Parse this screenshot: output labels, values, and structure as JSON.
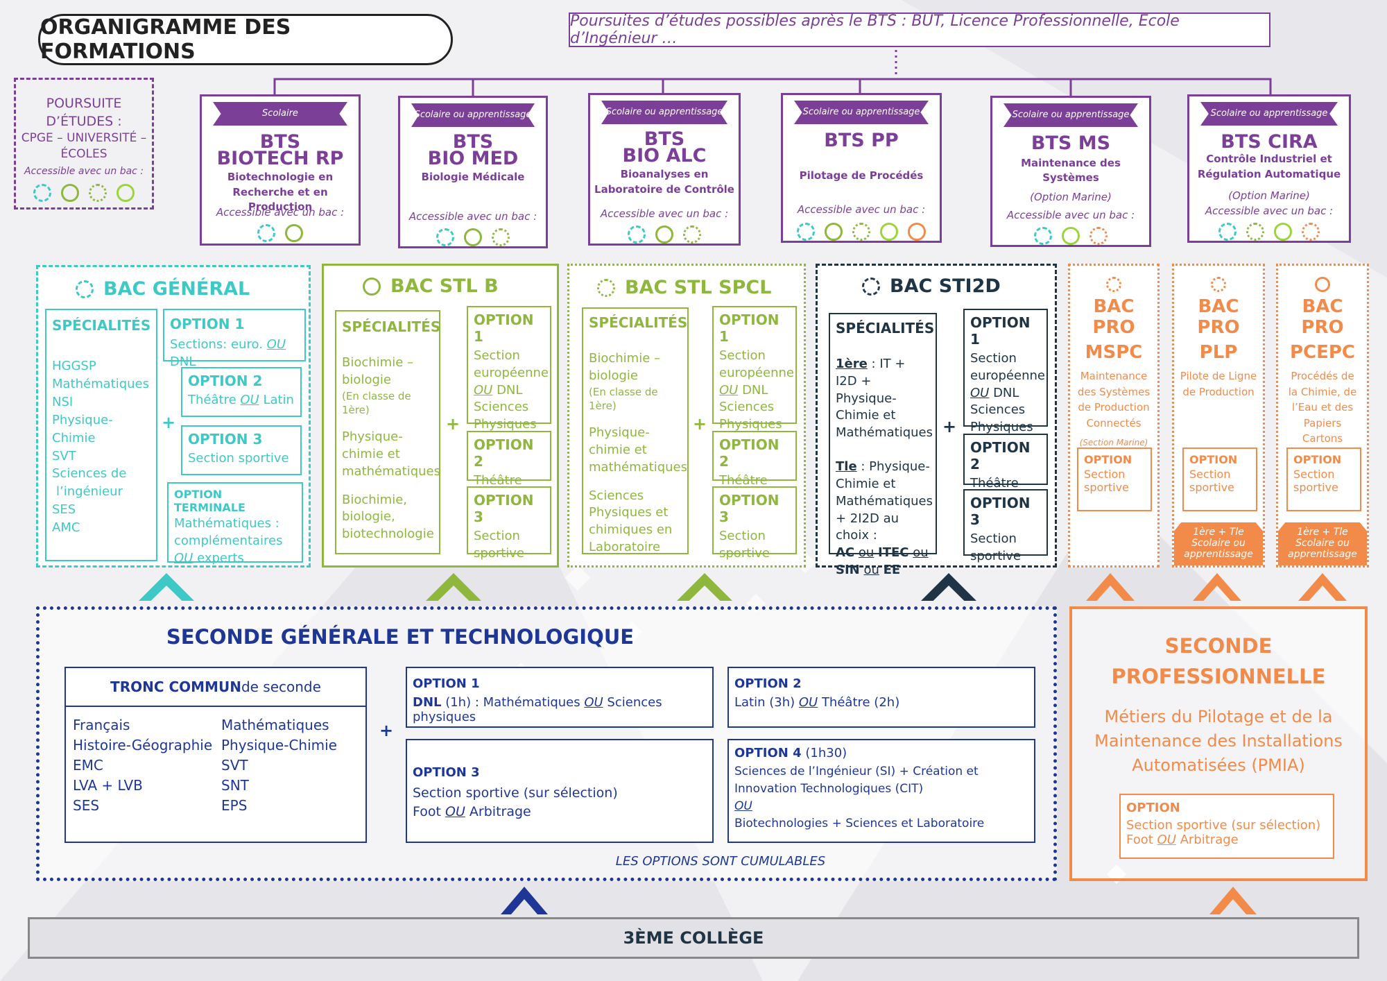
{
  "title": "ORGANIGRAMME DES FORMATIONS",
  "poursuites_top": "Poursuites d’études possibles après le BTS :  BUT, Licence Professionnelle, Ecole d’Ingénieur …",
  "poursuite_left": {
    "l1": "POURSUITE",
    "l2": "D’ÉTUDES :",
    "l3": "CPGE – UNIVERSITÉ –",
    "l4": "ÉCOLES",
    "acc": "Accessible avec un bac :"
  },
  "bts": [
    {
      "ribbon": "Scolaire",
      "name1": "BTS",
      "name2": "BIOTECH RP",
      "sub1": "Biotechnologie en",
      "sub2": "Recherche et en Production",
      "opt": "",
      "acc": "Accessible avec un bac :"
    },
    {
      "ribbon": "Scolaire ou apprentissage",
      "name1": "BTS",
      "name2": "BIO MED",
      "sub1": "Biologie Médicale",
      "sub2": "",
      "opt": "",
      "acc": "Accessible avec un bac :"
    },
    {
      "ribbon": "Scolaire ou apprentissage",
      "name1": "BTS",
      "name2": "BIO ALC",
      "sub1": "Bioanalyses en",
      "sub2": "Laboratoire de Contrôle",
      "opt": "",
      "acc": "Accessible avec un bac :"
    },
    {
      "ribbon": "Scolaire ou apprentissage",
      "name1": "BTS PP",
      "name2": "",
      "sub1": "Pilotage de Procédés",
      "sub2": "",
      "opt": "",
      "acc": "Accessible avec un bac :"
    },
    {
      "ribbon": "Scolaire ou apprentissage",
      "name1": "BTS MS",
      "name2": "",
      "sub1": "Maintenance des Systèmes",
      "sub2": "",
      "opt": "(Option Marine)",
      "acc": "Accessible avec un bac  :"
    },
    {
      "ribbon": "Scolaire ou apprentissage",
      "name1": "BTS CIRA",
      "name2": "",
      "sub1": "Contrôle Industriel et",
      "sub2": "Régulation Automatique",
      "opt": "(Option Marine)",
      "acc": "Accessible avec un bac :"
    }
  ],
  "bac_general": {
    "title": "BAC GÉNÉRAL",
    "spec_head": "SPÉCIALITÉS",
    "specs": [
      "HGGSP",
      "Mathématiques",
      "NSI",
      "Physique-Chimie",
      "SVT",
      "Sciences de",
      "l’ingénieur",
      "SES",
      "AMC"
    ],
    "opt1_head": "OPTION 1",
    "opt1_a": "Sections: euro. ",
    "opt1_ou": "OU",
    "opt1_b": " DNL",
    "opt2_head": "OPTION 2",
    "opt2_a": "Théâtre ",
    "opt2_ou": "OU",
    "opt2_b": " Latin",
    "opt3_head": "OPTION 3",
    "opt3": "Section sportive",
    "optt_head": "OPTION TERMINALE",
    "optt_1": "Mathématiques :",
    "optt_2": "complémentaires",
    "optt_ou": "OU",
    "optt_3": " experts"
  },
  "bac_stlb": {
    "title": "BAC STL B",
    "spec_head": "SPÉCIALITÉS",
    "s1": "Biochimie –",
    "s2": "biologie",
    "s3": "(En classe de 1ère)",
    "s4": "Physique-",
    "s5": "chimie et",
    "s6": "mathématiques",
    "s7": "Biochimie,",
    "s8": "biologie,",
    "s9": "biotechnologie",
    "opt1_head": "OPTION 1",
    "o1a": "Section",
    "o1b": "européenne",
    "o1ou": "OU",
    "o1c": " DNL",
    "o1d": "Sciences",
    "o1e": "Physiques",
    "opt2_head": "OPTION 2",
    "opt2": "Théâtre",
    "opt3_head": "OPTION 3",
    "o3a": "Section",
    "o3b": "sportive"
  },
  "bac_spcl": {
    "title": "BAC STL SPCL",
    "spec_head": "SPÉCIALITÉS",
    "s1": "Biochimie –",
    "s2": "biologie",
    "s3": "(En classe de 1ère)",
    "s4": "Physique-",
    "s5": "chimie et",
    "s6": "mathématiques",
    "s7": "Sciences",
    "s8": "Physiques et",
    "s9": "chimiques en",
    "s10": "Laboratoire",
    "opt1_head": "OPTION 1",
    "o1a": "Section",
    "o1b": "européenne",
    "o1ou": "OU",
    "o1c": " DNL",
    "o1d": "Sciences",
    "o1e": "Physiques",
    "opt2_head": "OPTION 2",
    "opt2": "Théâtre",
    "opt3_head": "OPTION 3",
    "o3a": "Section",
    "o3b": "sportive"
  },
  "bac_sti2d": {
    "title": "BAC STI2D",
    "spec_head": "SPÉCIALITÉS",
    "p1a": "1ère",
    "p1b": " : IT + I2D +",
    "p1c": "Physique-",
    "p1d": "Chimie et",
    "p1e": "Mathématiques",
    "p2a": "Tle",
    "p2b": " : Physique-",
    "p2c": "Chimie et",
    "p2d": "Mathématiques",
    "p2e": "+ 2I2D au choix :",
    "ac": "AC",
    "ou1": "ou",
    "itec": "ITEC",
    "ou2": "ou",
    "sin": "SIN",
    "ou3": "ou",
    "ee": "EE",
    "opt1_head": "OPTION 1",
    "o1a": "Section",
    "o1b": "européenne",
    "o1ou": "OU",
    "o1c": " DNL",
    "o1d": "Sciences",
    "o1e": "Physiques",
    "opt2_head": "OPTION 2",
    "opt2": "Théâtre",
    "opt3_head": "OPTION 3",
    "o3a": "Section",
    "o3b": "sportive"
  },
  "bac_pro": [
    {
      "t1": "BAC PRO",
      "t2": "MSPC",
      "d": [
        "Maintenance",
        "des Systèmes",
        "de Production",
        "Connectés"
      ],
      "marine": "(Section Marine)",
      "opt_head": "OPTION",
      "o1": "Section",
      "o2": "sportive",
      "tab1": "",
      "tab2": ""
    },
    {
      "t1": "BAC PRO",
      "t2": "PLP",
      "d": [
        "Pilote de Ligne",
        "de Production"
      ],
      "marine": "",
      "opt_head": "OPTION",
      "o1": "Section",
      "o2": "sportive",
      "tab1": "1ère + Tle",
      "tab2": "Scolaire ou apprentissage"
    },
    {
      "t1": "BAC PRO",
      "t2": "PCEPC",
      "d": [
        "Procédés de",
        "la Chimie, de",
        "l’Eau et des",
        "Papiers",
        "Cartons"
      ],
      "marine": "",
      "opt_head": "OPTION",
      "o1": "Section",
      "o2": "sportive",
      "tab1": "1ère + Tle",
      "tab2": "Scolaire ou apprentissage"
    }
  ],
  "seconde_gt": {
    "title": "SECONDE GÉNÉRALE ET TECHNOLOGIQUE",
    "tronc_a": "TRONC COMMUN",
    "tronc_b": " de seconde",
    "col1": [
      "Français",
      "Histoire-Géographie",
      "EMC",
      "LVA + LVB",
      "SES"
    ],
    "col2": [
      "Mathématiques",
      "Physique-Chimie",
      "SVT",
      "SNT",
      "EPS"
    ],
    "o1_head": "OPTION 1",
    "o1_a": "DNL",
    "o1_b": " (1h) : Mathématiques ",
    "o1_ou": "OU",
    "o1_c": " Sciences physiques",
    "o2_head": "OPTION 2",
    "o2_a": "Latin (3h) ",
    "o2_ou": "OU",
    "o2_b": " Théâtre (2h)",
    "o3_head": "OPTION 3",
    "o3_a": "Section sportive (sur sélection)",
    "o3_b": "Foot ",
    "o3_ou": "OU",
    "o3_c": " Arbitrage",
    "o4_head": "OPTION 4",
    "o4_h2": " (1h30)",
    "o4_a": "Sciences de l’Ingénieur (SI) + Création et",
    "o4_b": "Innovation Technologiques (CIT)",
    "o4_ou": "OU",
    "o4_c": "Biotechnologies + Sciences et Laboratoire",
    "cumul": "LES OPTIONS SONT CUMULABLES"
  },
  "seconde_pro": {
    "t1": "SECONDE",
    "t2": "PROFESSIONNELLE",
    "d1": "Métiers du Pilotage et de la",
    "d2": "Maintenance des Installations",
    "d3": "Automatisées (PMIA)",
    "opt_head": "OPTION",
    "o1": "Section sportive (sur sélection)",
    "o2a": "Foot ",
    "o2ou": "OU",
    "o2b": " Arbitrage"
  },
  "college": "3ÈME COLLÈGE",
  "plus": "+",
  "colors": {
    "teal": "#3ec8c6",
    "green": "#8fb73e",
    "navy": "#1f3444",
    "orange": "#f28b4a",
    "purple": "#7b3f98",
    "blue": "#1e3796"
  }
}
